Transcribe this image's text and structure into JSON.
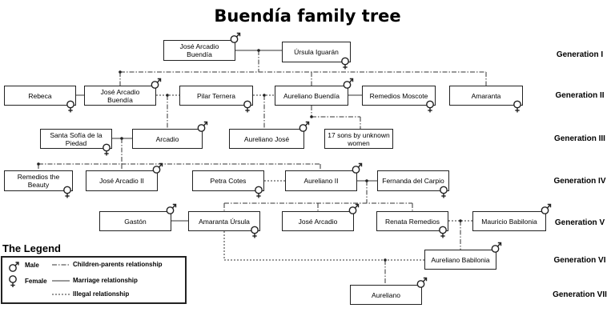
{
  "title": "Buendía family tree",
  "people": [
    {
      "id": "jab1",
      "name": "José Arcadio Buendía",
      "sex": "male"
    },
    {
      "id": "ursula",
      "name": "Úrsula Iguarán",
      "sex": "female"
    },
    {
      "id": "rebeca",
      "name": "Rebeca",
      "sex": "female"
    },
    {
      "id": "jab2",
      "name": "José Arcadio Buendía",
      "sex": "male"
    },
    {
      "id": "pilar",
      "name": "Pilar Ternera",
      "sex": "female"
    },
    {
      "id": "aureliano_b",
      "name": "Aureliano Buendía",
      "sex": "male"
    },
    {
      "id": "remedios_m",
      "name": "Remedios Moscote",
      "sex": "female"
    },
    {
      "id": "amaranta",
      "name": "Amaranta",
      "sex": "female"
    },
    {
      "id": "santa_sofia",
      "name": "Santa Sofía de la Piedad",
      "sex": "female"
    },
    {
      "id": "arcadio",
      "name": "Arcadio",
      "sex": "male"
    },
    {
      "id": "aureliano_jose",
      "name": "Aureliano José",
      "sex": "male"
    },
    {
      "id": "seventeen",
      "name": "17 sons by unknown women",
      "sex": "none"
    },
    {
      "id": "remedios_beauty",
      "name": "Remedios the Beauty",
      "sex": "female"
    },
    {
      "id": "ja2",
      "name": "José Arcadio II",
      "sex": "male"
    },
    {
      "id": "petra",
      "name": "Petra Cotes",
      "sex": "female"
    },
    {
      "id": "aureliano2",
      "name": "Aureliano II",
      "sex": "male"
    },
    {
      "id": "fernanda",
      "name": "Fernanda del Carpio",
      "sex": "female"
    },
    {
      "id": "gaston",
      "name": "Gastón",
      "sex": "male"
    },
    {
      "id": "amaranta_u",
      "name": "Amaranta Úrsula",
      "sex": "female"
    },
    {
      "id": "jose_arcadio",
      "name": "José Arcadio",
      "sex": "male"
    },
    {
      "id": "renata",
      "name": "Renata Remedios",
      "sex": "female"
    },
    {
      "id": "mauricio",
      "name": "Mauricio Babilonia",
      "sex": "male"
    },
    {
      "id": "aureliano_babilonia",
      "name": "Aureliano Babilonia",
      "sex": "male"
    },
    {
      "id": "aureliano_last",
      "name": "Aureliano",
      "sex": "male"
    }
  ],
  "generations": [
    "Generation I",
    "Generation II",
    "Generation III",
    "Generation IV",
    "Generation V",
    "Generation VI",
    "Generation VII"
  ],
  "relationships": [
    {
      "from": "jab1",
      "to": "ursula",
      "type": "marriage"
    },
    {
      "from": "rebeca",
      "to": "jab2",
      "type": "marriage"
    },
    {
      "from": "aureliano_b",
      "to": "remedios_m",
      "type": "marriage"
    },
    {
      "from": "santa_sofia",
      "to": "arcadio",
      "type": "marriage"
    },
    {
      "from": "aureliano2",
      "to": "fernanda",
      "type": "marriage"
    },
    {
      "from": "gaston",
      "to": "amaranta_u",
      "type": "marriage"
    },
    {
      "from": "jab2",
      "to": "pilar",
      "type": "illegal"
    },
    {
      "from": "pilar",
      "to": "aureliano_b",
      "type": "illegal"
    },
    {
      "from": "petra",
      "to": "aureliano2",
      "type": "illegal"
    },
    {
      "from": "renata",
      "to": "mauricio",
      "type": "illegal"
    },
    {
      "from": "amaranta_u",
      "to": "aureliano_babilonia",
      "type": "illegal"
    },
    {
      "parents": [
        "jab1",
        "ursula"
      ],
      "children": [
        "jab2",
        "aureliano_b",
        "amaranta"
      ],
      "type": "children-parents"
    },
    {
      "parents": [
        "jab2",
        "pilar"
      ],
      "children": [
        "arcadio"
      ],
      "type": "children-parents"
    },
    {
      "parents": [
        "pilar",
        "aureliano_b"
      ],
      "children": [
        "aureliano_jose"
      ],
      "type": "children-parents"
    },
    {
      "parents": [
        "aureliano_b"
      ],
      "children": [
        "seventeen"
      ],
      "type": "children-parents"
    },
    {
      "parents": [
        "santa_sofia",
        "arcadio"
      ],
      "children": [
        "remedios_beauty",
        "ja2",
        "aureliano2"
      ],
      "type": "children-parents"
    },
    {
      "parents": [
        "aureliano2",
        "fernanda"
      ],
      "children": [
        "amaranta_u",
        "jose_arcadio",
        "renata"
      ],
      "type": "children-parents"
    },
    {
      "parents": [
        "renata",
        "mauricio"
      ],
      "children": [
        "aureliano_babilonia"
      ],
      "type": "children-parents"
    },
    {
      "parents": [
        "amaranta_u",
        "aureliano_babilonia"
      ],
      "children": [
        "aureliano_last"
      ],
      "type": "children-parents"
    }
  ],
  "legend": {
    "title": "The Legend",
    "male": "Male",
    "female": "Female",
    "children_parents": "Children-parents relationship",
    "marriage": "Marriage relationship",
    "illegal": "Illegal relationship"
  }
}
